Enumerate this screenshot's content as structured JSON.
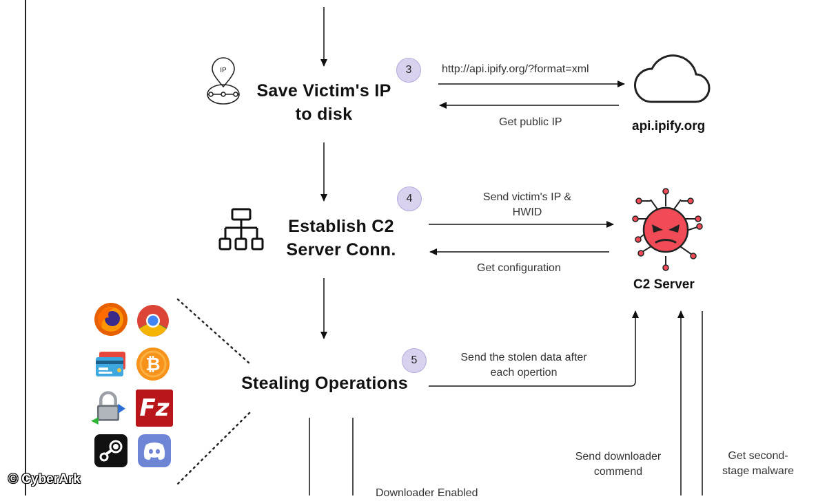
{
  "steps": [
    {
      "number": "3",
      "title_line1": "Save Victim's IP",
      "title_line2": "to disk",
      "icon": "ip-location-icon"
    },
    {
      "number": "4",
      "title_line1": "Establish C2",
      "title_line2": "Server Conn.",
      "icon": "network-hierarchy-icon"
    },
    {
      "number": "5",
      "title_line1": "Stealing Operations",
      "title_line2": "",
      "icon": ""
    }
  ],
  "nodes": {
    "ipify": {
      "label": "api.ipify.org",
      "icon": "cloud-icon"
    },
    "c2": {
      "label": "C2 Server",
      "icon": "virus-icon",
      "color": "#f04b57"
    }
  },
  "edges": {
    "ipify_request": "http://api.ipify.org/?format=xml",
    "ipify_response": "Get public IP",
    "c2_send_line1": "Send victim's IP &",
    "c2_send_line2": "HWID",
    "c2_config": "Get configuration",
    "steal_send_line1": "Send the stolen data after",
    "steal_send_line2": "each opertion",
    "downloader_line1": "Send downloader",
    "downloader_line2": "commend",
    "second_stage_line1": "Get second-",
    "second_stage_line2": "stage malware",
    "downloader_enabled": "Downloader Enabled"
  },
  "targets": [
    {
      "name": "firefox",
      "icon": "firefox-icon"
    },
    {
      "name": "chrome",
      "icon": "chrome-icon"
    },
    {
      "name": "credit-cards",
      "icon": "credit-card-icon"
    },
    {
      "name": "bitcoin",
      "icon": "bitcoin-icon"
    },
    {
      "name": "vpn",
      "icon": "padlock-icon"
    },
    {
      "name": "filezilla",
      "icon": "filezilla-icon",
      "text": "Fz"
    },
    {
      "name": "steam",
      "icon": "steam-icon"
    },
    {
      "name": "discord",
      "icon": "discord-icon"
    }
  ],
  "copyright": "© CyberArk",
  "colors": {
    "badge": "#d9d2ef",
    "c2": "#f04b57",
    "filezilla": "#b8161b",
    "discord": "#6e85d6"
  }
}
